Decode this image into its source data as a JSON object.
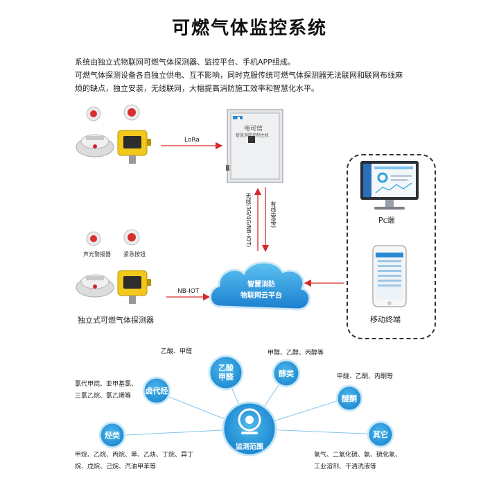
{
  "title": "可燃气体监控系统",
  "intro": {
    "line1": "系统由独立式物联网可燃气体探测器、监控平台、手机APP组成。",
    "line2": "可燃气体探测设备各自独立供电、互不影响，同时克服传统可燃气体探测器无法联网和联网布线麻",
    "line3": "烦的缺点，独立安装，无线联网，大幅提高消防施工效率和智慧化水平。"
  },
  "links": {
    "lora": "LoRa",
    "nbiot": "NB-IOT",
    "wireless": "无线(3G/4G/NB-IOT)",
    "wired": "有线(宽带)"
  },
  "devices": {
    "alarm_label": "声光警报器",
    "button_label": "紧急按钮",
    "detector_label": "独立式可燃气体探测器",
    "panel_brand": "电可信",
    "panel_subtitle": "智慧消防控制主机"
  },
  "cloud": {
    "line1": "智慧消防",
    "line2": "物联网云平台"
  },
  "terminals": {
    "pc": "Pc端",
    "mobile": "移动终端"
  },
  "center": {
    "label": "监测范围"
  },
  "nodes": [
    {
      "id": "aldehyde",
      "title_l1": "乙酸",
      "title_l2": "甲醛",
      "gases": [
        "乙酸、甲醛"
      ]
    },
    {
      "id": "alcohol",
      "title_l1": "醇类",
      "title_l2": "",
      "gases": [
        "甲醇、乙醇、丙醇等"
      ]
    },
    {
      "id": "halo",
      "title_l1": "卤代烃",
      "title_l2": "",
      "gases": [
        "氯代甲烷、亚甲基氯、",
        "三氯乙烷、氯乙烯等"
      ]
    },
    {
      "id": "ether",
      "title_l1": "醚酮",
      "title_l2": "",
      "gases": [
        "甲醚、乙酮、丙酮等"
      ]
    },
    {
      "id": "hydrocarbon",
      "title_l1": "烃类",
      "title_l2": "",
      "gases": [
        "甲烷、乙烷、丙烷、苯、乙炔、丁烷、异丁",
        "烷、戊烷、己烷、汽油甲苯等"
      ]
    },
    {
      "id": "other",
      "title_l1": "其它",
      "title_l2": "",
      "gases": [
        "氢气、二氧化硫、氨、硫化氢、",
        "工业溶剂、干清洗液等"
      ]
    }
  ],
  "colors": {
    "blue": "#2aa2dc",
    "red_arrow": "#d62b2b",
    "yellow_device": "#f2c81c",
    "cloud_blue": "#1b8fd6"
  }
}
